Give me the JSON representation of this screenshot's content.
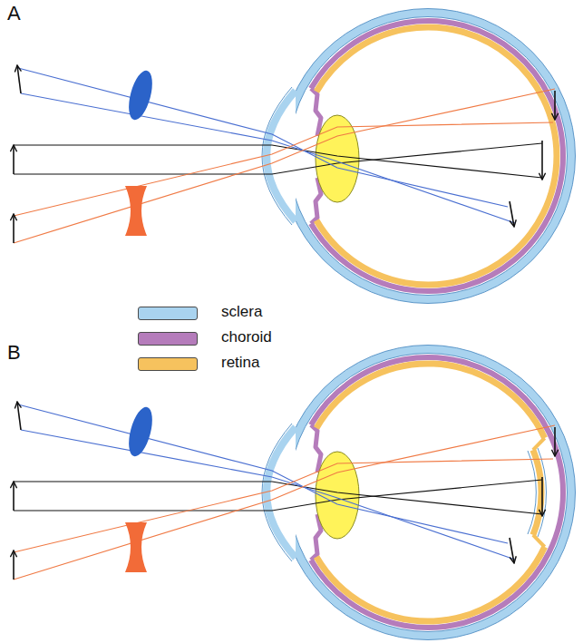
{
  "diagram": {
    "labels": [
      "A",
      "B"
    ],
    "legend": [
      {
        "text": "sclera",
        "color": "#a9d3ef"
      },
      {
        "text": "choroid",
        "color": "#b57cbb"
      },
      {
        "text": "retina",
        "color": "#f6c25e"
      }
    ]
  }
}
